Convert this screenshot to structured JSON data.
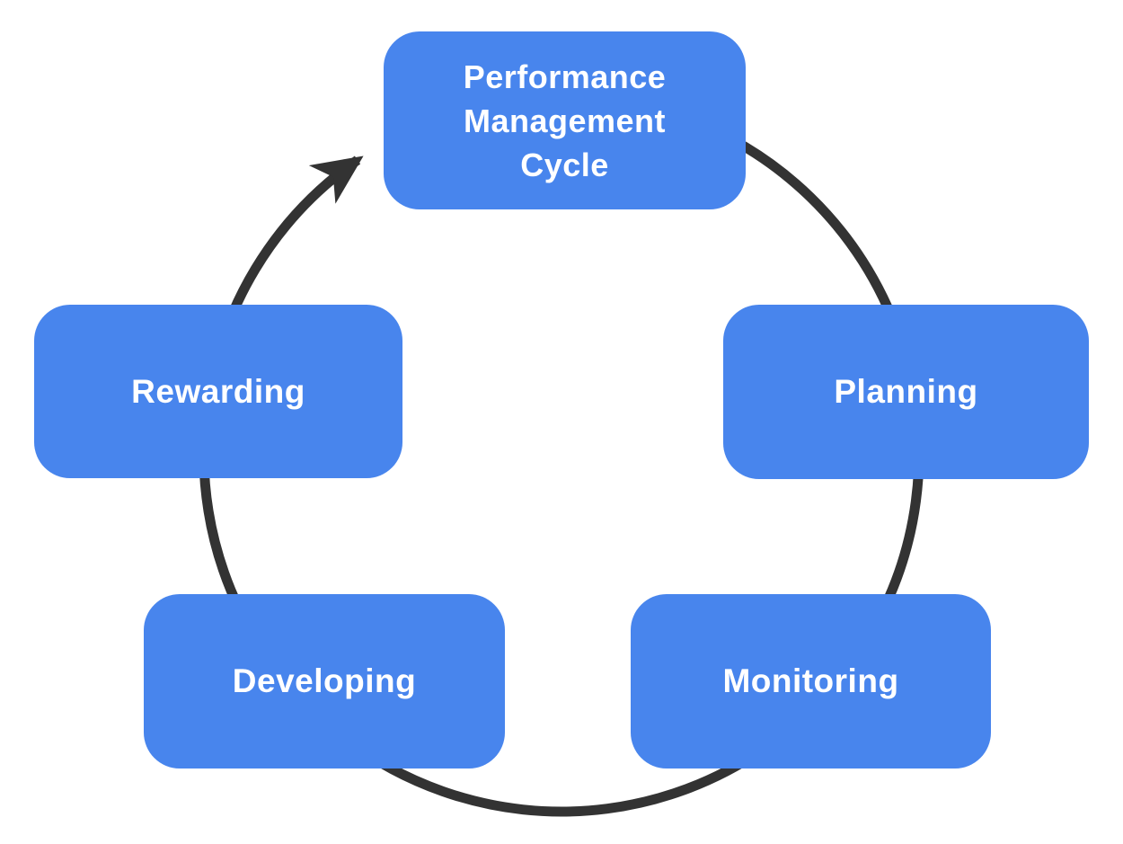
{
  "diagram": {
    "title_node": {
      "lines": [
        "Performance",
        "Management",
        "Cycle"
      ]
    },
    "nodes": [
      {
        "id": "planning",
        "label": "Planning"
      },
      {
        "id": "monitoring",
        "label": "Monitoring"
      },
      {
        "id": "developing",
        "label": "Developing"
      },
      {
        "id": "rewarding",
        "label": "Rewarding"
      }
    ],
    "flow_direction": "clockwise",
    "colors": {
      "node_fill": "#4885ED",
      "node_text": "#FFFFFF",
      "arrow": "#333333",
      "background": "#FFFFFF"
    }
  }
}
